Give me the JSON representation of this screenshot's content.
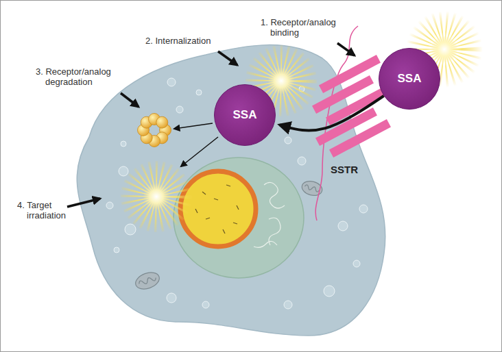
{
  "diagram": {
    "nodes": [
      {
        "text": [
          "SSA"
        ]
      },
      {
        "text": [
          "SSA"
        ]
      }
    ],
    "edges": [
      {
        "from": 0,
        "to": 1,
        "arrow": "to"
      }
    ],
    "labels": [
      "1. Receptor/analog binding",
      "2. Internalization",
      "3. Receptor/analog degradation",
      "4. Target irradiation",
      "SSTR"
    ]
  }
}
